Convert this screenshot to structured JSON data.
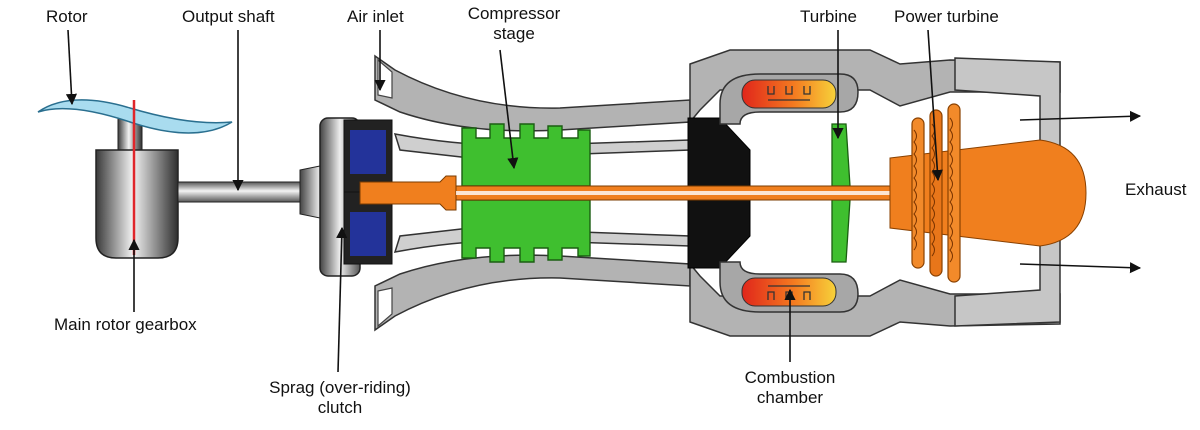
{
  "labels": {
    "rotor": "Rotor",
    "output_shaft": "Output shaft",
    "air_inlet": "Air inlet",
    "compressor_stage": [
      "Compressor",
      "stage"
    ],
    "turbine": "Turbine",
    "power_turbine": "Power turbine",
    "exhaust": "Exhaust",
    "main_rotor_gearbox": "Main rotor gearbox",
    "sprag_clutch": [
      "Sprag (over-riding)",
      "clutch"
    ],
    "combustion_chamber": [
      "Combustion",
      "chamber"
    ]
  },
  "colors": {
    "casing": "#b3b3b3",
    "casing_dark": "#7a7a7a",
    "compressor": "#3fbf2f",
    "shaft": "#f07f1e",
    "exhaust_cone": "#f07f1e",
    "combustion_flame": "#f5a623",
    "disc": "#111111",
    "clutch_pads": "#23339a",
    "rotor_blade": "#a9dcef",
    "rotor_mast": "#e0262b",
    "gearbox": "#5a5a5a"
  }
}
